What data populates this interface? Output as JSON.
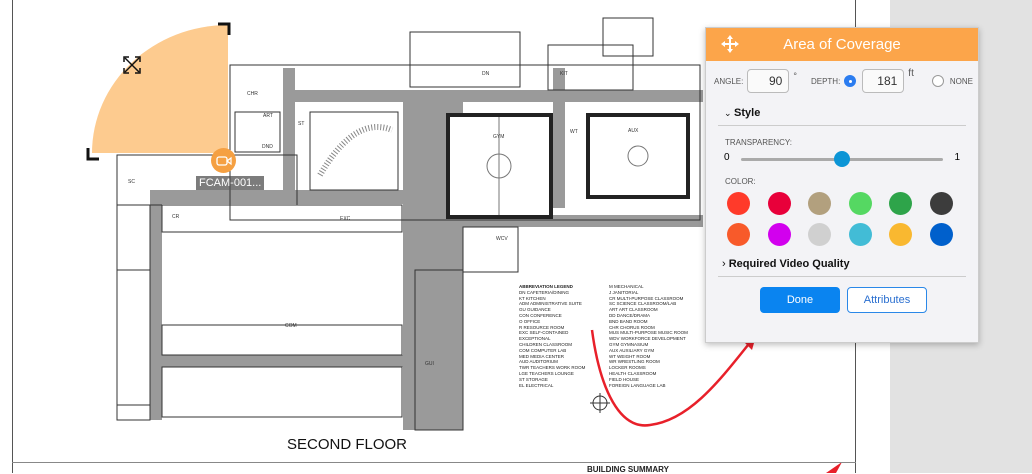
{
  "floorplan": {
    "floor_label": "SECOND FLOOR",
    "summary_label": "BUILDING SUMMARY",
    "room_labels": [
      "CHR",
      "ART",
      "ST",
      "DN",
      "KIT",
      "GYM",
      "AUX",
      "WT",
      "SC",
      "CR",
      "EXC",
      "COM",
      "GUI",
      "WCV",
      "DND"
    ],
    "legend": {
      "title": "ABBREVIATION LEGEND",
      "entries": [
        "DN CAFETERIA/DINING",
        "KT KITCHEN",
        "ADM ADMINISTRATIVE SUITE",
        "GU GUIDANCE",
        "CON CONFERENCE",
        "O OFFICE",
        "R RESOURCE ROOM",
        "EXC SELF-CONTAINED",
        "EXCEPTIONAL",
        "CHILDREN CLASSROOM",
        "COM COMPUTER LAB",
        "MED MEDIA CENTER",
        "AUD AUDITORIUM",
        "TWR TEACHERS WORK ROOM",
        "LGE TEACHERS LOUNGE",
        "ST STORAGE",
        "EL ELECTRICAL",
        "M MECHANICAL",
        "J JANITORIAL",
        "CR MULTI-PURPOSE CLASSROOM",
        "SC SCIENCE CLASSROOM/LAB",
        "ART ART CLASSROOM",
        "DD DANCE/DRAMA",
        "BND BAND ROOM",
        "CHR CHORUS ROOM",
        "MUS MULTI-PURPOSE MUSIC ROOM",
        "WDV WORKFORCE DEVELOPMENT",
        "GYM GYMNASIUM",
        "AUX AUXILIARY GYM",
        "WT WEIGHT ROOM",
        "WR WRESTLING ROOM",
        "LOCKER ROOMS",
        "HEALTH CLASSROOM",
        "FIELD HOUSE",
        "FOREIGN LANGUAGE LAB"
      ]
    }
  },
  "camera": {
    "label": "FCAM-001...",
    "icon": "video-camera-icon",
    "coverage_color": "#fdcb8f"
  },
  "panel": {
    "title": "Area of Coverage",
    "angle_label": "ANGLE:",
    "angle_value": "90",
    "angle_unit": "°",
    "depth_label": "DEPTH:",
    "depth_value": "181",
    "depth_unit": "ft",
    "depth_selected": true,
    "none_label": "NONE",
    "style_label": "Style",
    "transparency_label": "TRANSPARENCY:",
    "transparency_min": "0",
    "transparency_max": "1",
    "transparency_value": 0.5,
    "color_label": "COLOR:",
    "colors": [
      "#ff3a2a",
      "#e8003a",
      "#b2a07e",
      "#55d862",
      "#2ea44a",
      "#3c3c3c",
      "#f85a2a",
      "#d200ee",
      "#d0d0d0",
      "#42bcd6",
      "#f9b830",
      "#0060cc"
    ],
    "video_quality_label": "Required Video Quality",
    "done_label": "Done",
    "attributes_label": "Attributes",
    "header_color": "#fca54a"
  }
}
